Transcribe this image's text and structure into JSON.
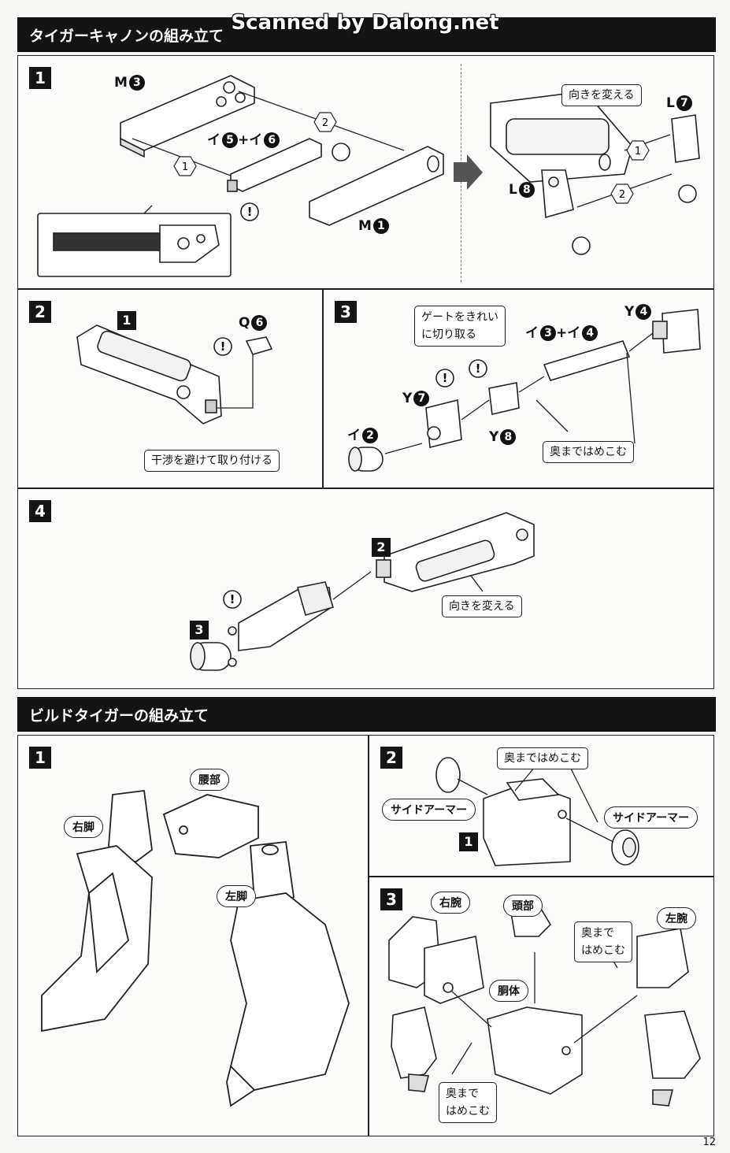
{
  "watermark": "Scanned by Dalong.net",
  "page_number": "12",
  "section1": {
    "title": "タイガーキャノンの組み立て",
    "step1": {
      "num": "1",
      "part_m3": "M",
      "part_m3_num": "3",
      "part_i56": "イ",
      "part_i56_a": "5",
      "part_i56_plus": "+イ",
      "part_i56_b": "6",
      "part_m1": "M",
      "part_m1_num": "1",
      "seq1": "1",
      "seq2": "2",
      "callout_turn": "向きを変える",
      "part_l7": "L",
      "part_l7_num": "7",
      "part_l8": "L",
      "part_l8_num": "8"
    },
    "step2": {
      "num": "2",
      "ref": "1",
      "part_q6": "Q",
      "part_q6_num": "6",
      "callout": "干渉を避けて取り付ける"
    },
    "step3": {
      "num": "3",
      "callout_gate": "ゲートをきれい\nに切り取る",
      "part_i34": "イ",
      "part_i34_a": "3",
      "part_i34_plus": "+イ",
      "part_i34_b": "4",
      "part_y4": "Y",
      "part_y4_num": "4",
      "part_y7": "Y",
      "part_y7_num": "7",
      "part_y8": "Y",
      "part_y8_num": "8",
      "part_i2": "イ",
      "part_i2_num": "2",
      "callout_push": "奥まではめこむ"
    },
    "step4": {
      "num": "4",
      "ref2": "2",
      "ref3": "3",
      "callout_turn": "向きを変える"
    }
  },
  "section2": {
    "title": "ビルドタイガーの組み立て",
    "step1": {
      "num": "1",
      "waist": "腰部",
      "right_leg": "右脚",
      "left_leg": "左脚"
    },
    "step2": {
      "num": "2",
      "callout_push": "奥まではめこむ",
      "side_armor_l": "サイドアーマー",
      "side_armor_r": "サイドアーマー",
      "ref": "1"
    },
    "step3": {
      "num": "3",
      "right_arm": "右腕",
      "head": "頭部",
      "left_arm": "左腕",
      "torso": "胴体",
      "callout_push1": "奥まで\nはめこむ",
      "callout_push2": "奥まで\nはめこむ"
    }
  }
}
